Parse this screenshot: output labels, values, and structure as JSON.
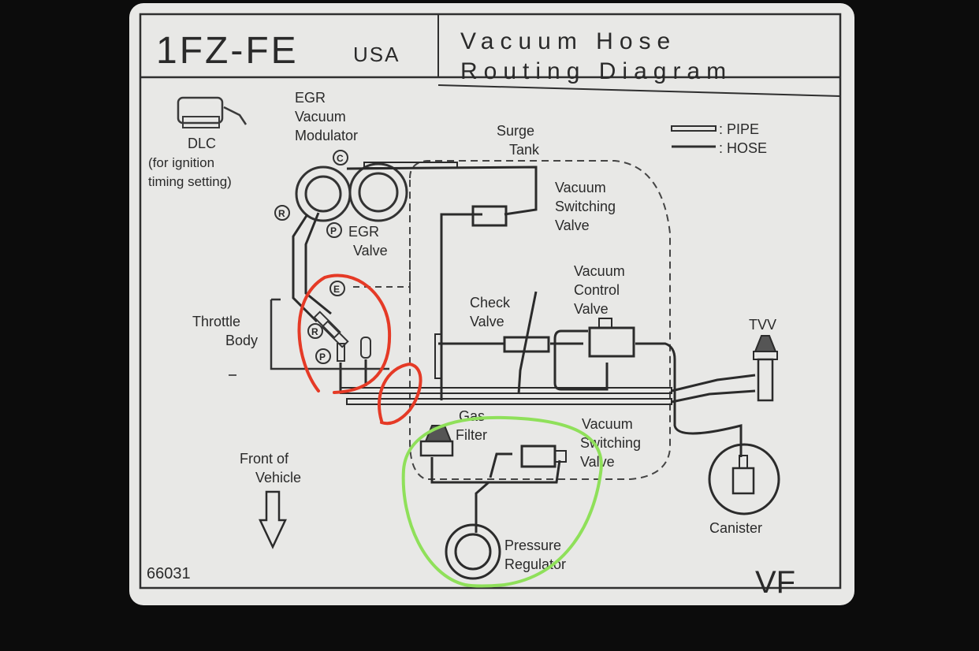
{
  "header": {
    "engine": "1FZ-FE",
    "region": "USA",
    "title_line1": "Vacuum Hose",
    "title_line2": "Routing Diagram"
  },
  "legend": {
    "pipe": ": PIPE",
    "hose": ": HOSE"
  },
  "labels": {
    "dlc": "DLC",
    "dlc_note_1": "(for ignition",
    "dlc_note_2": "timing setting)",
    "egr_vm_1": "EGR",
    "egr_vm_2": "Vacuum",
    "egr_vm_3": "Modulator",
    "egr_valve_1": "EGR",
    "egr_valve_2": "Valve",
    "surge_1": "Surge",
    "surge_2": "Tank",
    "vsv1_1": "Vacuum",
    "vsv1_2": "Switching",
    "vsv1_3": "Valve",
    "vcv_1": "Vacuum",
    "vcv_2": "Control",
    "vcv_3": "Valve",
    "check_1": "Check",
    "check_2": "Valve",
    "throttle_1": "Throttle",
    "throttle_2": "Body",
    "tvv": "TVV",
    "gas_1": "Gas",
    "gas_2": "Filter",
    "vsv2_1": "Vacuum",
    "vsv2_2": "Switching",
    "vsv2_3": "Valve",
    "front_1": "Front of",
    "front_2": "Vehicle",
    "canister": "Canister",
    "pressure_1": "Pressure",
    "pressure_2": "Regulator",
    "port_c": "C",
    "port_r1": "R",
    "port_p1": "P",
    "port_e": "E",
    "port_r2": "R",
    "port_p2": "P"
  },
  "footer": {
    "part_number": "66031",
    "code": "VF"
  },
  "annotations": {
    "red_color": "#e53a26",
    "green_color": "#8fe05a"
  }
}
